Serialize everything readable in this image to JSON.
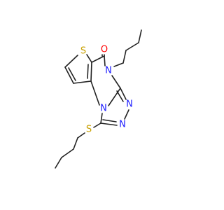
{
  "molecule": {
    "colors": {
      "bond": "#222222",
      "S": "#c8a000",
      "N": "#2020ff",
      "O": "#ff0000"
    },
    "atoms": {
      "s_thiophene": "S",
      "o_carbonyl": "O",
      "n_butyl": "N",
      "n_bridge": "N",
      "n_triazole_a": "N",
      "n_triazole_b": "N",
      "s_thioether": "S"
    }
  }
}
